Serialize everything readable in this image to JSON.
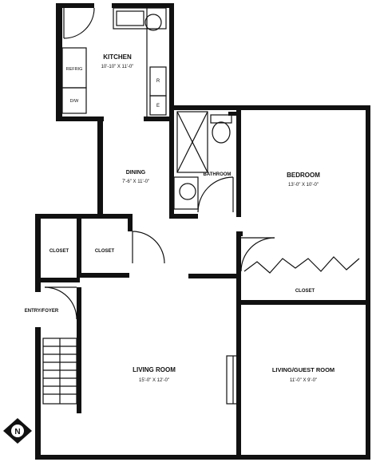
{
  "rooms": {
    "kitchen": {
      "name": "KITCHEN",
      "dims": "10'-10\" X 11'-0\""
    },
    "dining": {
      "name": "DINING",
      "dims": "7'-6\" X 11'-0\""
    },
    "bathroom": {
      "name": "BATHROOM"
    },
    "bedroom": {
      "name": "BEDROOM",
      "dims": "13'-0\" X 10'-0\""
    },
    "closet_left": {
      "name": "CLOSET"
    },
    "closet_mid": {
      "name": "CLOSET"
    },
    "closet_bedroom": {
      "name": "CLOSET"
    },
    "entry": {
      "name": "ENTRY/FOYER"
    },
    "living": {
      "name": "LIVING ROOM",
      "dims": "15'-0\" X 12'-0\""
    },
    "second_bedroom": {
      "name": "LIVING/GUEST ROOM",
      "dims": "11'-0\" X 9'-0\""
    }
  },
  "appliances": {
    "fridge": "REFRIG",
    "dishwasher": "D/W",
    "range_r": "R",
    "range_e": "E"
  },
  "compass": {
    "letter": "N"
  }
}
